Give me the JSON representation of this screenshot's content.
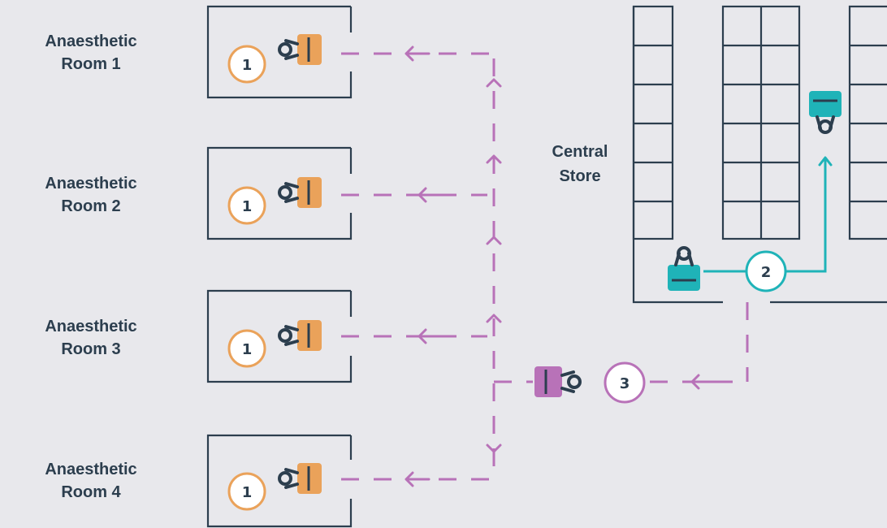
{
  "rooms": [
    {
      "label_line1": "Anaesthetic",
      "label_line2": "Room 1",
      "step": "1"
    },
    {
      "label_line1": "Anaesthetic",
      "label_line2": "Room 2",
      "step": "1"
    },
    {
      "label_line1": "Anaesthetic",
      "label_line2": "Room 3",
      "step": "1"
    },
    {
      "label_line1": "Anaesthetic",
      "label_line2": "Room 4",
      "step": "1"
    }
  ],
  "store": {
    "label_line1": "Central",
    "label_line2": "Store",
    "step": "2"
  },
  "transport": {
    "step": "3"
  },
  "colors": {
    "background": "#e8e8ec",
    "outline": "#2c3e4e",
    "room_trolley": "#eaa25a",
    "store_trolley": "#1fb3b8",
    "transport_trolley": "#b872b8",
    "room_badge": "#eaa25a",
    "store_badge": "#1fb3b8",
    "transport_badge": "#b872b8"
  },
  "icons": [
    "trolley-icon",
    "trolley-icon",
    "trolley-icon"
  ]
}
